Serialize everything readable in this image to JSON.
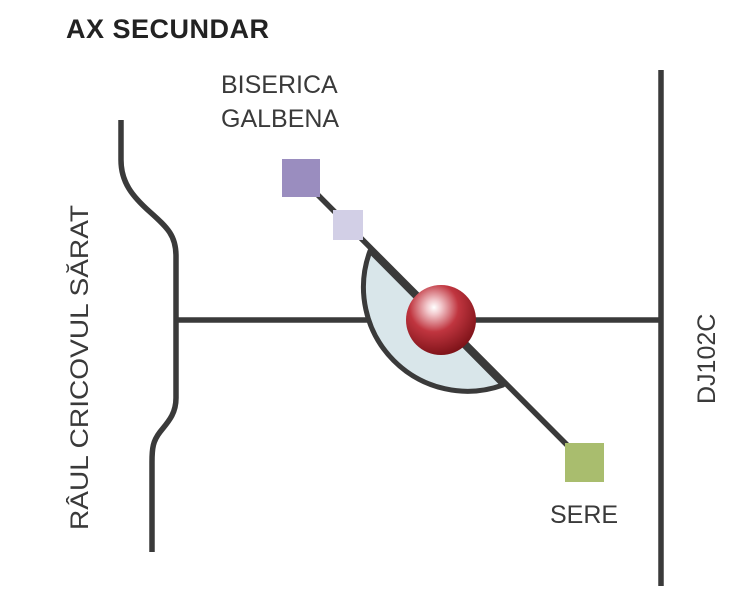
{
  "title": "AX SECUNDAR",
  "labels": {
    "church_line1": "BISERICA",
    "church_line2": "GALBENA",
    "greenhouses": "SERE",
    "river": "RÂUL CRICOVUL SĂRAT",
    "road": "DJ102C"
  },
  "colors": {
    "road": "#3a3a3a",
    "church_marker_dark": "#9a8dbf",
    "church_marker_light": "#d2cfe6",
    "greenhouse_marker": "#a9bd6e",
    "zone_fill": "#d9e6ea",
    "location_marker": "#a8242c",
    "text": "#3a3a3a"
  },
  "icons": {
    "church": "square-purple",
    "church_secondary": "square-lavender",
    "greenhouses": "square-green",
    "location": "red-sphere",
    "zone": "half-disc"
  }
}
